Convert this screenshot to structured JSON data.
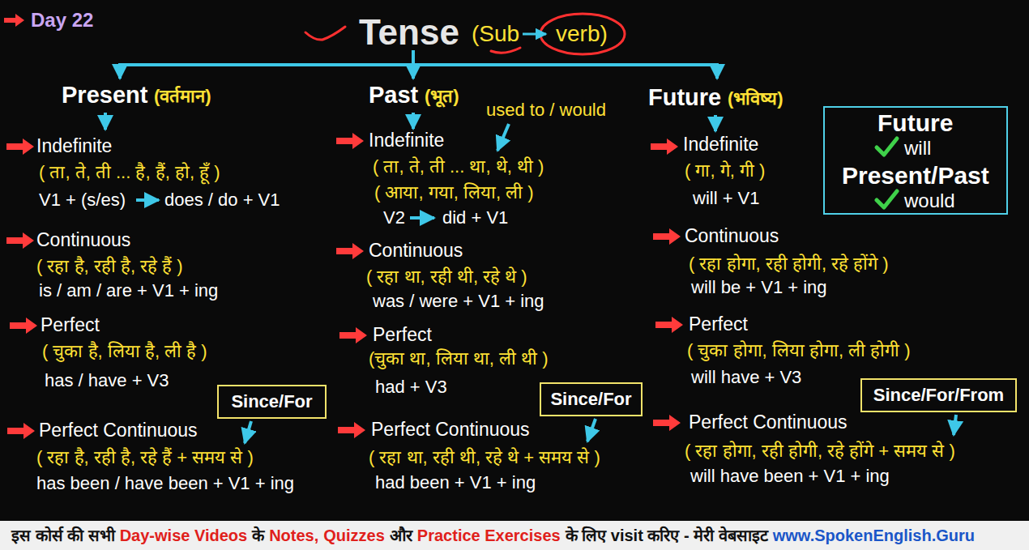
{
  "diagram": {
    "title": "Tense",
    "nodes": [
      {
        "text": [
          "Since/For"
        ]
      },
      {
        "text": [
          "Since/For"
        ]
      },
      {
        "text": [
          "Since/For/From"
        ]
      },
      {
        "text": [
          "Future",
          "will",
          "Present/Past",
          "would"
        ]
      }
    ],
    "labels": [
      "Day 22",
      "(Sub",
      "verb)",
      "Present",
      "(वर्तमान)",
      "Past",
      "(भूत)",
      "Future",
      "(भविष्य)",
      "used to / would",
      "Indefinite",
      "( ता, ते, ती ... है, हैं, हो, हूँ )",
      "V1 + (s/es)",
      "does / do + V1",
      "Continuous",
      "( रहा है, रही है, रहे हैं )",
      "is / am / are + V1 + ing",
      "Perfect",
      "( चुका है, लिया है, ली है )",
      "has / have + V3",
      "Perfect Continuous",
      "( रहा है, रही है, रहे हैं + समय से )",
      "has been / have been + V1 + ing",
      "Indefinite",
      "( ता, ते, ती ... था, थे, थी )",
      "( आया, गया, लिया, ली )",
      "V2",
      "did + V1",
      "Continuous",
      "( रहा था, रही थी, रहे थे )",
      "was / were + V1 + ing",
      "Perfect",
      "(चुका था, लिया था, ली थी )",
      "had + V3",
      "Perfect Continuous",
      "( रहा था, रही थी, रहे थे + समय से )",
      "had been + V1 + ing",
      "Indefinite",
      "( गा, गे, गी )",
      "will + V1",
      "Continuous",
      "( रहा होगा, रही होगी, रहे होंगे )",
      "will be + V1 + ing",
      "Perfect",
      "( चुका होगा, लिया होगा, ली होगी )",
      "will have + V3",
      "Perfect Continuous",
      "( रहा होगा, रही होगी, रहे होंगे + समय से )",
      "will have been + V1 + ing",
      "इस कोर्स की सभी",
      "Day-wise Videos",
      "के",
      "Notes,",
      "Quizzes",
      "और",
      "Practice Exercises",
      "के लिए visit करिए - मेरी वेबसाइट",
      "www.SpokenEnglish.Guru"
    ]
  }
}
